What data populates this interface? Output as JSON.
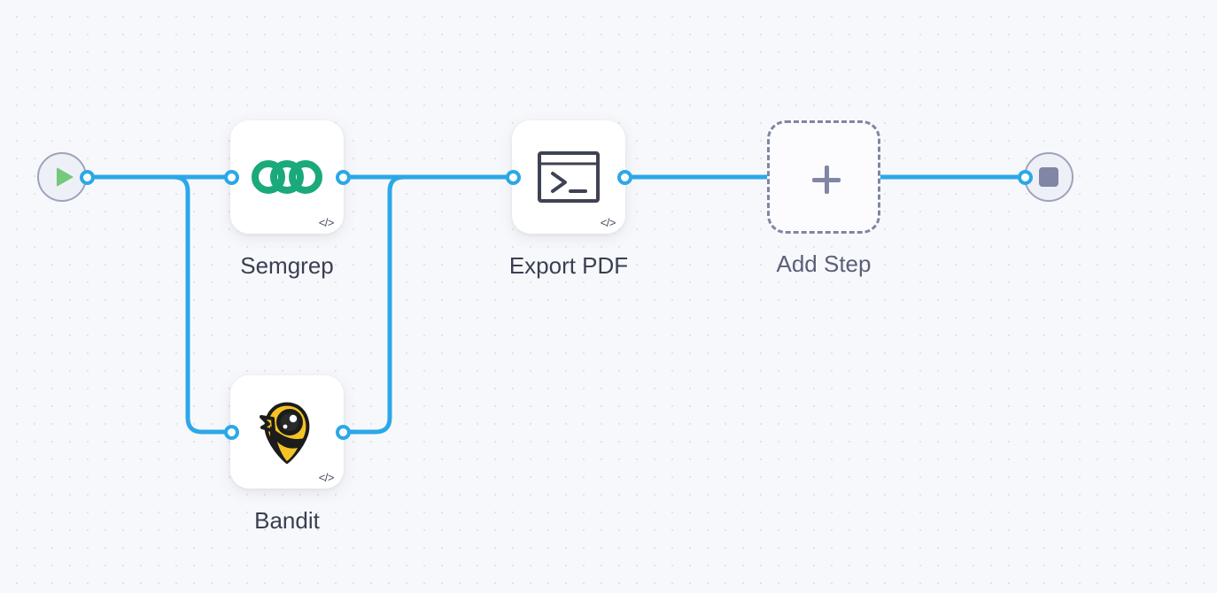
{
  "canvas": {
    "background_color": "#f7f8fb",
    "grid_dot_color": "#dfe3ee",
    "grid_spacing": 20
  },
  "theme": {
    "edge_color": "#2ba8e8",
    "port_fill": "#ffffff",
    "port_ring": "#2ba8e8",
    "node_card_bg": "#ffffff",
    "label_color": "#3a3f51",
    "muted_color": "#5b6079",
    "terminator_fill": "#eef0f8",
    "terminator_border": "#9ea3bb",
    "play_color": "#74c97c",
    "stop_color": "#8086a3",
    "semgrep_green": "#1aa97a",
    "bandit_yellow": "#f5c324",
    "terminal_outline": "#3f4254",
    "dashed_border": "#8086a3"
  },
  "workflow": {
    "start": {
      "icon": "play-icon",
      "label": ""
    },
    "end": {
      "icon": "stop-icon",
      "label": ""
    },
    "nodes": [
      {
        "id": "semgrep",
        "label": "Semgrep",
        "icon": "semgrep-logo-icon",
        "badge": "</>"
      },
      {
        "id": "bandit",
        "label": "Bandit",
        "icon": "bandit-logo-icon",
        "badge": "</>"
      },
      {
        "id": "export-pdf",
        "label": "Export PDF",
        "icon": "terminal-icon",
        "badge": "</>"
      },
      {
        "id": "add-step",
        "label": "Add Step",
        "icon": "plus-icon",
        "badge": ""
      }
    ]
  }
}
